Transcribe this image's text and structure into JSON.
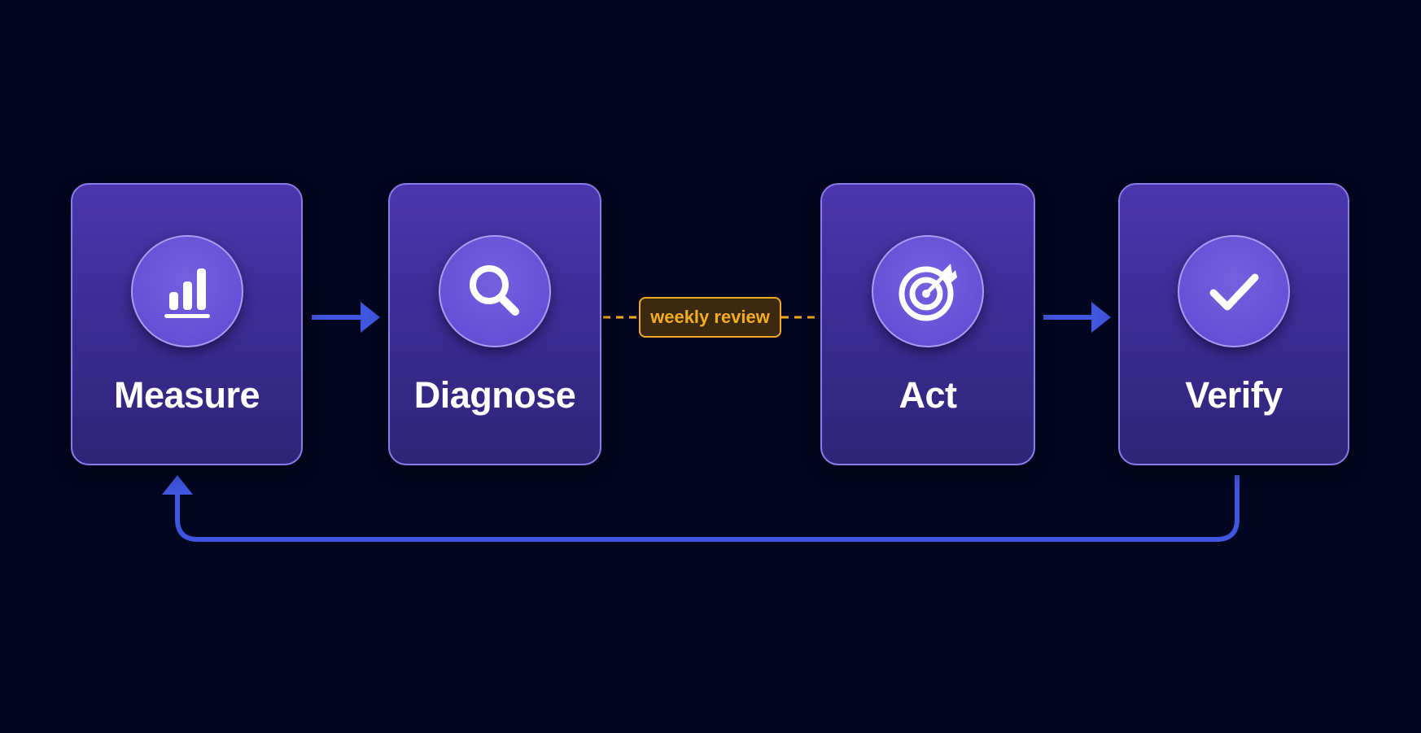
{
  "steps": [
    {
      "label": "Measure",
      "icon": "bar-chart-icon"
    },
    {
      "label": "Diagnose",
      "icon": "magnifier-icon"
    },
    {
      "label": "Act",
      "icon": "target-icon"
    },
    {
      "label": "Verify",
      "icon": "checkmark-icon"
    }
  ],
  "link_label": "weekly review",
  "colors": {
    "background": "#030620",
    "card": "#4b36ad",
    "card_border": "#8a7ce8",
    "icon_circle": "#6a55d9",
    "arrow": "#4056e0",
    "dashed_link": "#f2a91f",
    "text": "#ffffff"
  }
}
